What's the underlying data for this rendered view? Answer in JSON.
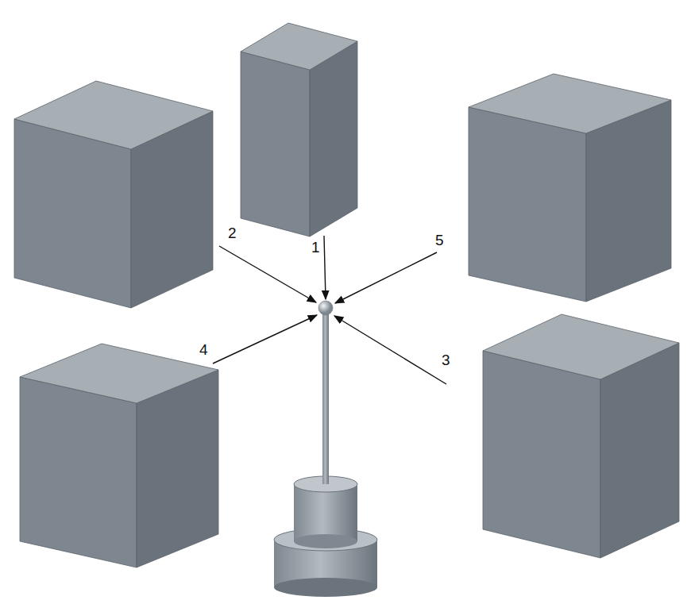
{
  "diagram": {
    "labels": [
      "2",
      "1",
      "5",
      "4",
      "3"
    ]
  }
}
